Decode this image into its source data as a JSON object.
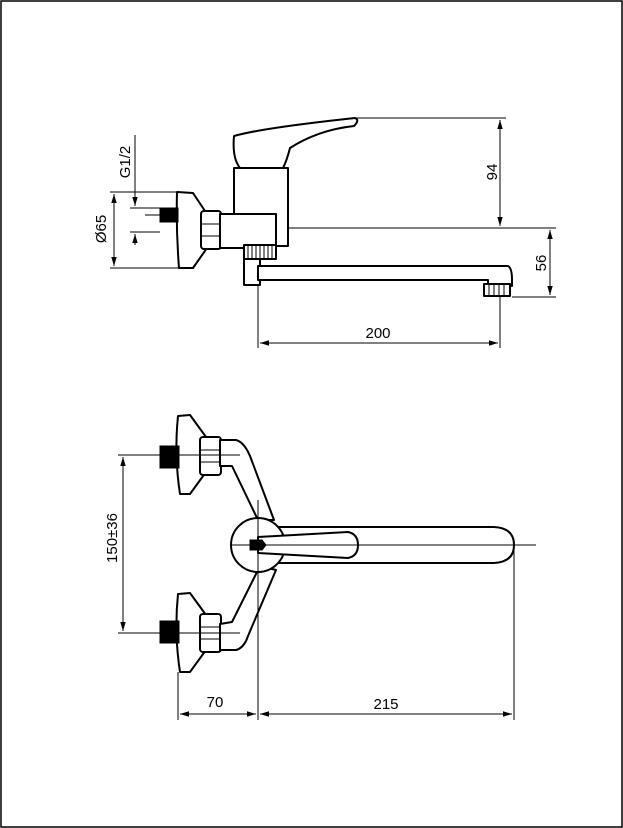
{
  "drawing": {
    "dimensions": {
      "thread": "G1/2",
      "flange_diameter": "Ø65",
      "height": "94",
      "spout_height": "56",
      "spout_length": "200",
      "inlet_spacing": "150±36",
      "wall_distance": "70",
      "reach": "215"
    }
  }
}
